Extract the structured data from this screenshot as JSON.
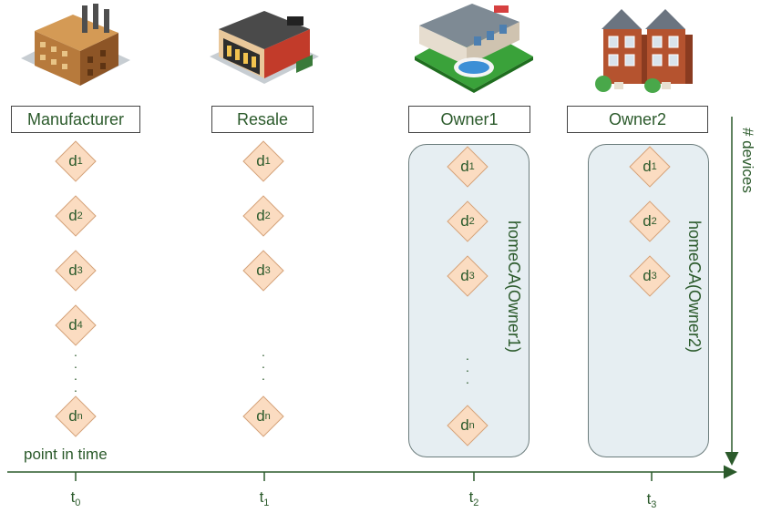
{
  "stages": [
    {
      "label": "Manufacturer",
      "icon": "factory-icon",
      "devices": [
        "1",
        "2",
        "3",
        "4",
        "n"
      ]
    },
    {
      "label": "Resale",
      "icon": "shop-icon",
      "devices": [
        "1",
        "2",
        "3",
        "n"
      ]
    },
    {
      "label": "Owner1",
      "icon": "house-pool-icon",
      "devices": [
        "1",
        "2",
        "3",
        "n"
      ],
      "ca_label": "homeCA(Owner1)"
    },
    {
      "label": "Owner2",
      "icon": "townhouses-icon",
      "devices": [
        "1",
        "2",
        "3"
      ],
      "ca_label": "homeCA(Owner2)"
    }
  ],
  "device_prefix": "d",
  "time_axis": {
    "label": "point in time",
    "ticks": [
      {
        "base": "t",
        "sub": "0"
      },
      {
        "base": "t",
        "sub": "1"
      },
      {
        "base": "t",
        "sub": "2"
      },
      {
        "base": "t",
        "sub": "3"
      }
    ]
  },
  "device_axis": {
    "label": "# devices"
  },
  "colors": {
    "text": "#2b5a2b",
    "diamond_fill": "#fbdcc1",
    "ca_fill": "#e6eef2",
    "axis": "#2b5a2b"
  }
}
